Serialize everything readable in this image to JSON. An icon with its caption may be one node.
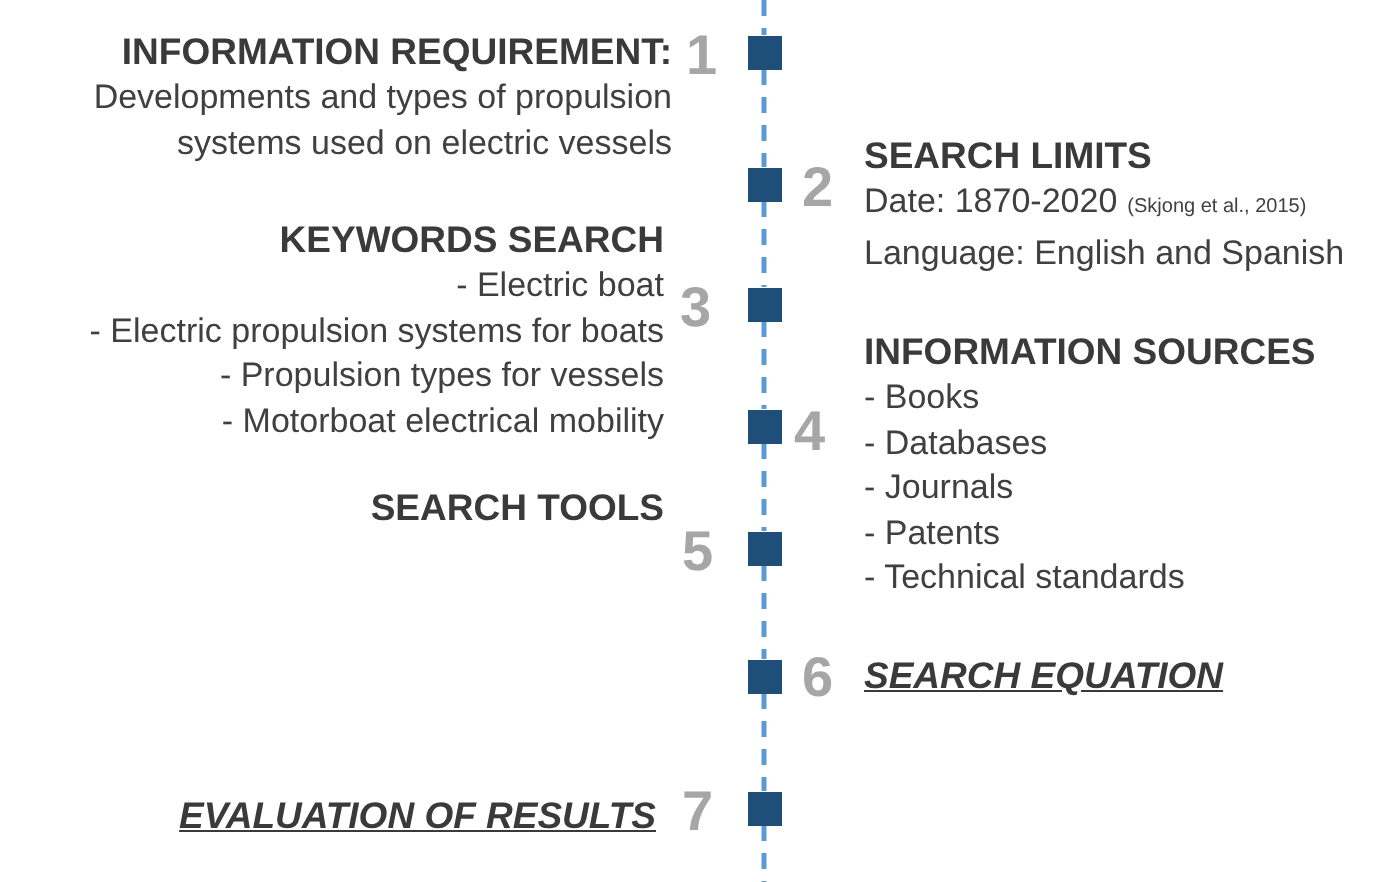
{
  "diagram": {
    "nodes": [
      {
        "text": [],
        "shape": "box",
        "beside": [
          "1",
          "INFORMATION REQUIREMENT:",
          "Developments and types of propulsion systems used on electric vessels"
        ]
      },
      {
        "text": [],
        "shape": "box",
        "beside": [
          "2",
          "SEARCH LIMITS",
          "Date: 1870-2020",
          "(Skjong et al., 2015)",
          "Language: English and Spanish"
        ]
      },
      {
        "text": [],
        "shape": "box",
        "beside": [
          "3",
          "KEYWORDS SEARCH",
          "- Electric boat",
          "- Electric propulsion systems for boats",
          "- Propulsion types for vessels",
          "- Motorboat electrical mobility"
        ]
      },
      {
        "text": [],
        "shape": "box",
        "beside": [
          "4",
          "INFORMATION SOURCES",
          "- Books",
          "- Databases",
          "- Journals",
          "- Patents",
          "- Technical standards"
        ]
      },
      {
        "text": [],
        "shape": "box",
        "beside": [
          "5",
          "SEARCH TOOLS"
        ]
      },
      {
        "text": [],
        "shape": "box",
        "beside": [
          "6",
          "SEARCH EQUATION"
        ]
      },
      {
        "text": [],
        "shape": "box",
        "beside": [
          "7",
          "EVALUATION OF RESULTS"
        ]
      }
    ],
    "edges": [
      {
        "from": null,
        "to": 0,
        "arrow": "none",
        "style": "dashed"
      },
      {
        "from": 0,
        "to": 1,
        "arrow": "none",
        "style": "dashed"
      },
      {
        "from": 1,
        "to": 2,
        "arrow": "none",
        "style": "dashed"
      },
      {
        "from": 2,
        "to": 3,
        "arrow": "none",
        "style": "dashed"
      },
      {
        "from": 3,
        "to": 4,
        "arrow": "none",
        "style": "dashed"
      },
      {
        "from": 4,
        "to": 5,
        "arrow": "none",
        "style": "dashed"
      },
      {
        "from": 5,
        "to": 6,
        "arrow": "none",
        "style": "dashed"
      },
      {
        "from": 6,
        "to": null,
        "arrow": "none",
        "style": "dashed"
      }
    ]
  }
}
